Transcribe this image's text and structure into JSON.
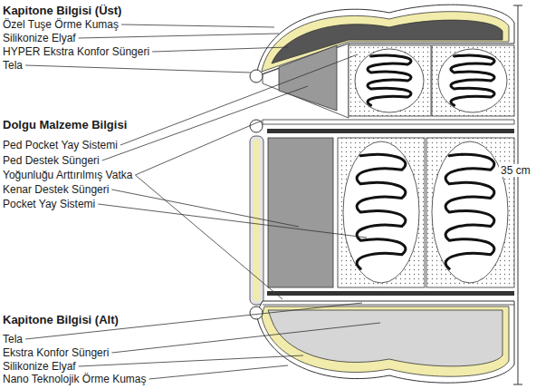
{
  "diagram": {
    "labels": [
      "Kapitone Bilgisi (Üst)",
      "Özel Tuşe Örme Kumaş",
      "Silikonize Elyaf",
      "HYPER Ekstra Konfor Süngeri",
      "Tela",
      "Dolgu Malzeme Bilgisi",
      "Ped Pocket Yay Sistemi",
      "Ped Destek Süngeri",
      "Yoğunluğu Arttırılmış Vatka",
      "Kenar Destek Süngeri",
      "Pocket Yay Sistemi",
      "35 cm",
      "Kapitone Bilgisi (Alt)",
      "Tela",
      "Ekstra Konfor Süngeri",
      "Silikonize Elyaf",
      "Nano Teknolojik Örme Kumaş"
    ]
  }
}
